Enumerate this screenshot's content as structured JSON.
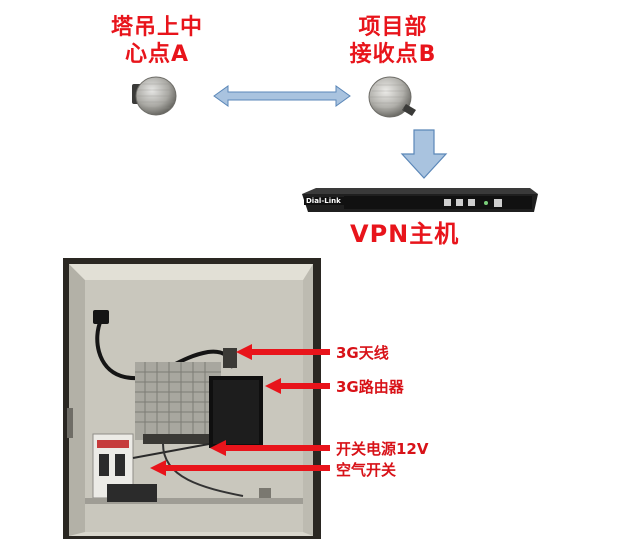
{
  "tower_node": {
    "line1": "塔吊上中",
    "line2": "心点A"
  },
  "project_node": {
    "line1": "项目部",
    "line2": "接收点B"
  },
  "vpn": {
    "label": "VPN主机",
    "brand": "Dial-Link"
  },
  "cabinet_labels": [
    "3G天线",
    "3G路由器",
    "开关电源12V",
    "空气开关"
  ],
  "colors": {
    "label_red": "#e8141b",
    "arrow_blue": "#a9c3df",
    "arrow_outline": "#5b87b8"
  }
}
